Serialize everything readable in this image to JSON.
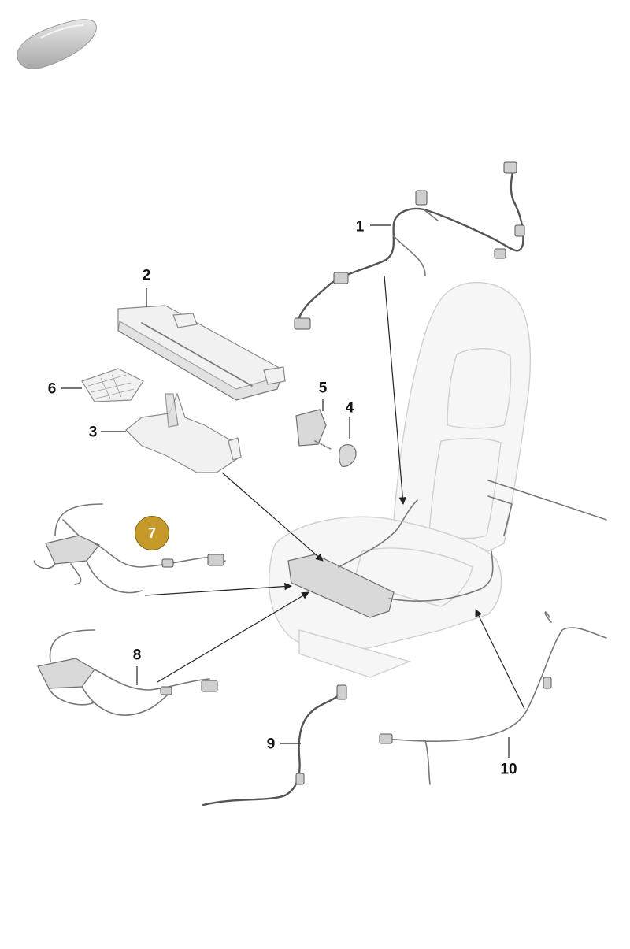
{
  "callouts": [
    {
      "id": "1",
      "label": "1"
    },
    {
      "id": "2",
      "label": "2"
    },
    {
      "id": "3",
      "label": "3"
    },
    {
      "id": "4",
      "label": "4"
    },
    {
      "id": "5",
      "label": "5"
    },
    {
      "id": "6",
      "label": "6"
    },
    {
      "id": "7",
      "label": "7"
    },
    {
      "id": "8",
      "label": "8"
    },
    {
      "id": "9",
      "label": "9"
    },
    {
      "id": "10",
      "label": "10"
    }
  ],
  "colors": {
    "highlight": "#c59a2a",
    "ink": "#111111",
    "part_fill": "#f1f1f1",
    "seat_fill": "#f6f6f6",
    "car_icon": "#cfcfcf"
  },
  "icons": {
    "vehicle": "car-silhouette-icon"
  }
}
